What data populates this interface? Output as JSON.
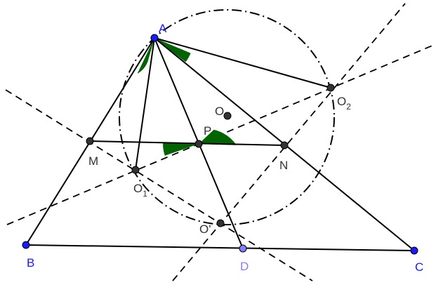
{
  "colors": {
    "vertex_blue": "#1a1aff",
    "vertex_light": "#8080ff",
    "point_dark": "#333333",
    "label_dark": "#333333",
    "angle_fill": "#006400",
    "line": "#000000"
  },
  "labels": {
    "A": "A",
    "B": "B",
    "C": "C",
    "D": "D",
    "M": "M",
    "N": "N",
    "P": "P",
    "O": "O",
    "O_prime": "O'",
    "O1_main": "O",
    "O1_sub": "1",
    "O2_main": "O",
    "O2_sub": "2"
  }
}
